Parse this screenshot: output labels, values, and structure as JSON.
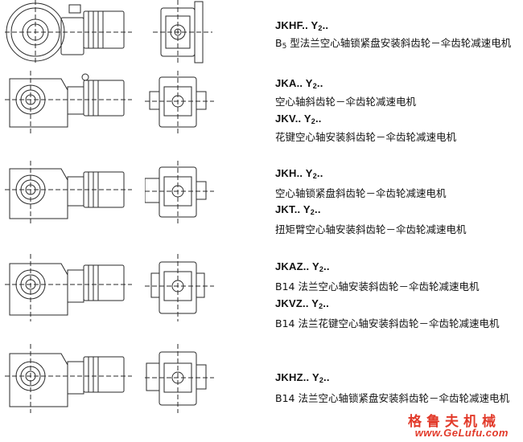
{
  "models": [
    {
      "codes": [
        {
          "prefix": "JKHF.. Y",
          "sub": "2",
          "suffix": ".."
        }
      ],
      "descs": [
        {
          "pre": "B",
          "sub": "5",
          "text": " 型法兰空心轴锁紧盘安装斜齿轮－伞齿轮减速电机"
        }
      ]
    },
    {
      "codes": [
        {
          "prefix": "JKA.. Y",
          "sub": "2",
          "suffix": ".."
        },
        {
          "prefix": "JKV.. Y",
          "sub": "2",
          "suffix": ".."
        }
      ],
      "descs": [
        {
          "pre": "",
          "sub": "",
          "text": "空心轴斜齿轮－伞齿轮减速电机"
        },
        {
          "pre": "",
          "sub": "",
          "text": "花键空心轴安装斜齿轮－伞齿轮减速电机"
        }
      ]
    },
    {
      "codes": [
        {
          "prefix": "JKH.. Y",
          "sub": "2",
          "suffix": ".."
        },
        {
          "prefix": "JKT.. Y",
          "sub": "2",
          "suffix": ".."
        }
      ],
      "descs": [
        {
          "pre": "",
          "sub": "",
          "text": "空心轴锁紧盘斜齿轮－伞齿轮减速电机"
        },
        {
          "pre": "",
          "sub": "",
          "text": "扭矩臂空心轴安装斜齿轮－伞齿轮减速电机"
        }
      ]
    },
    {
      "codes": [
        {
          "prefix": "JKAZ.. Y",
          "sub": "2",
          "suffix": ".."
        },
        {
          "prefix": "JKVZ.. Y",
          "sub": "2",
          "suffix": ".."
        }
      ],
      "descs": [
        {
          "pre": "",
          "sub": "",
          "text": "B14 法兰空心轴安装斜齿轮－伞齿轮减速电机"
        },
        {
          "pre": "",
          "sub": "",
          "text": "B14 法兰花键空心轴安装斜齿轮－伞齿轮减速电机"
        }
      ]
    },
    {
      "codes": [
        {
          "prefix": "JKHZ.. Y",
          "sub": "2",
          "suffix": ".."
        }
      ],
      "descs": [
        {
          "pre": "",
          "sub": "",
          "text": "B14 法兰空心轴锁紧盘安装斜齿轮－伞齿轮减速电机"
        }
      ]
    }
  ],
  "watermark": {
    "cn": "格鲁夫机械",
    "en": "www.GeLufu.com"
  },
  "colors": {
    "line": "#2a2a2a",
    "watermark": "#e23a2a"
  }
}
